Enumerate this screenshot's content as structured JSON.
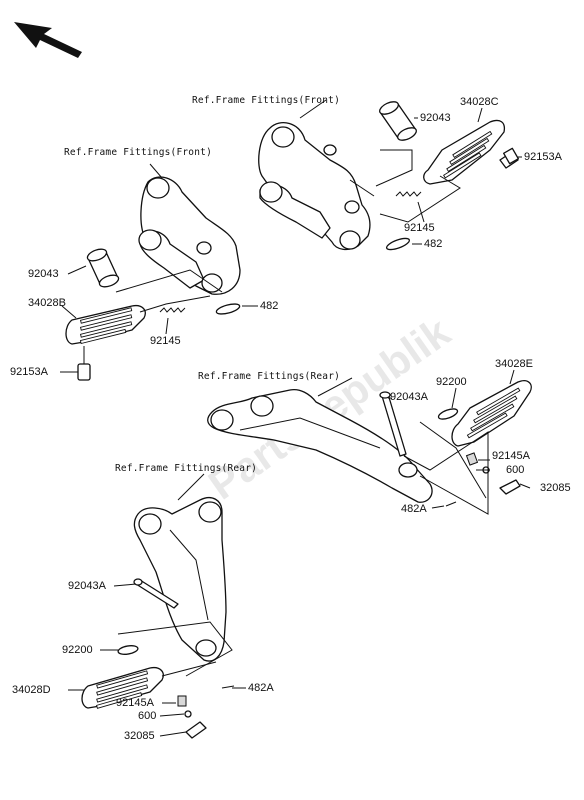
{
  "watermark": "PartsRepublik",
  "refs": {
    "front_right": "Ref.Frame Fittings(Front)",
    "front_left": "Ref.Frame Fittings(Front)",
    "rear_right": "Ref.Frame Fittings(Rear)",
    "rear_left": "Ref.Frame Fittings(Rear)"
  },
  "parts": {
    "p92043_a": "92043",
    "p34028c": "34028C",
    "p92153a_a": "92153A",
    "p92145_a": "92145",
    "p482_a": "482",
    "p92043_b": "92043",
    "p34028b": "34028B",
    "p482_b": "482",
    "p92145_b": "92145",
    "p92153a_b": "92153A",
    "p92043a_a": "92043A",
    "p92200_a": "92200",
    "p34028e": "34028E",
    "p92145a_a": "92145A",
    "p600_a": "600",
    "p32085_a": "32085",
    "p482a_a": "482A",
    "p92043a_b": "92043A",
    "p92200_b": "92200",
    "p34028d": "34028D",
    "p92145a_b": "92145A",
    "p600_b": "600",
    "p32085_b": "32085",
    "p482a_b": "482A"
  }
}
